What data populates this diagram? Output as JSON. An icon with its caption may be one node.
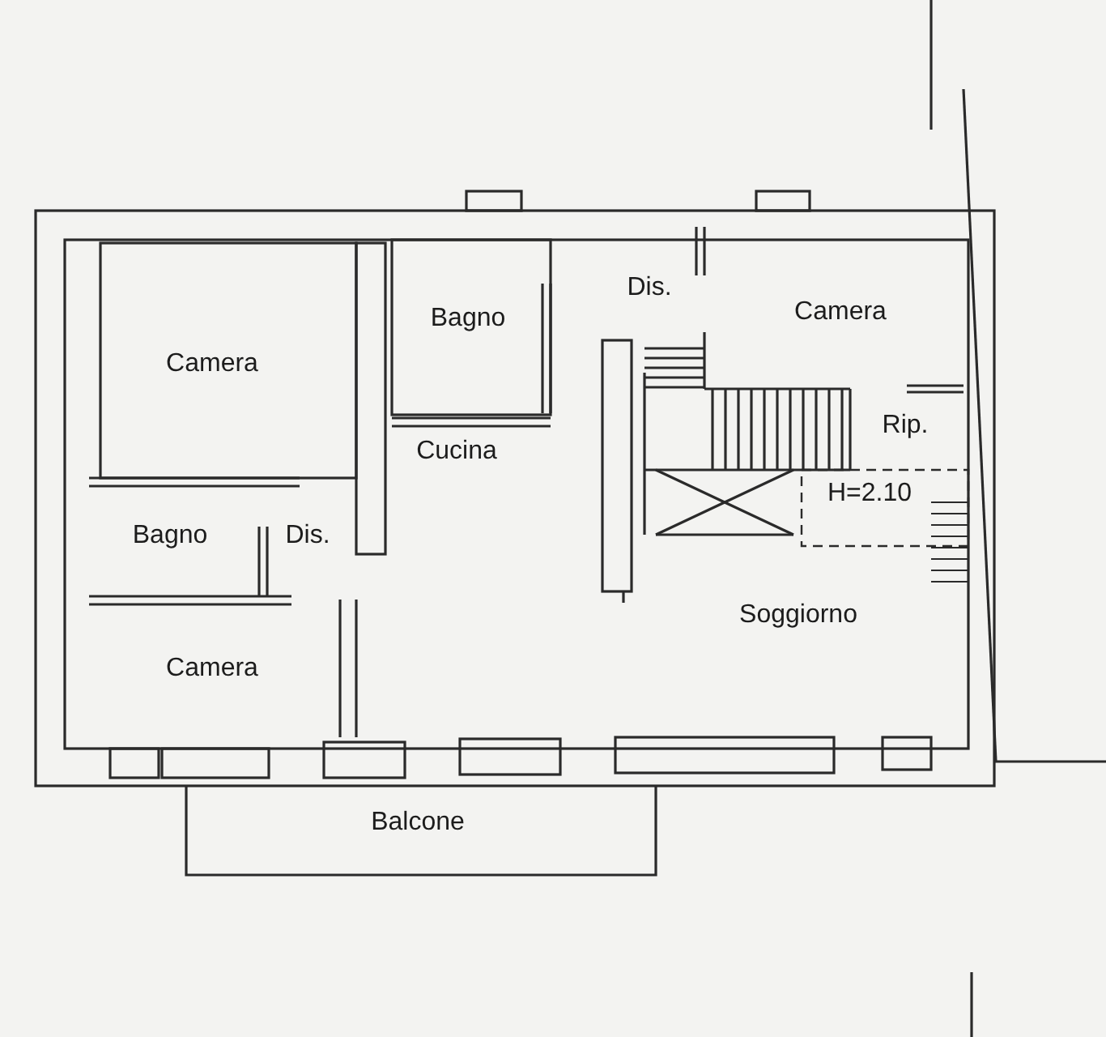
{
  "diagram": {
    "labels": [
      "Dis.",
      "Camera",
      "Bagno",
      "Camera",
      "Rip.",
      "Cucina",
      "H=2.10",
      "Bagno",
      "Dis.",
      "Soggiorno",
      "Camera",
      "Balcone"
    ]
  }
}
